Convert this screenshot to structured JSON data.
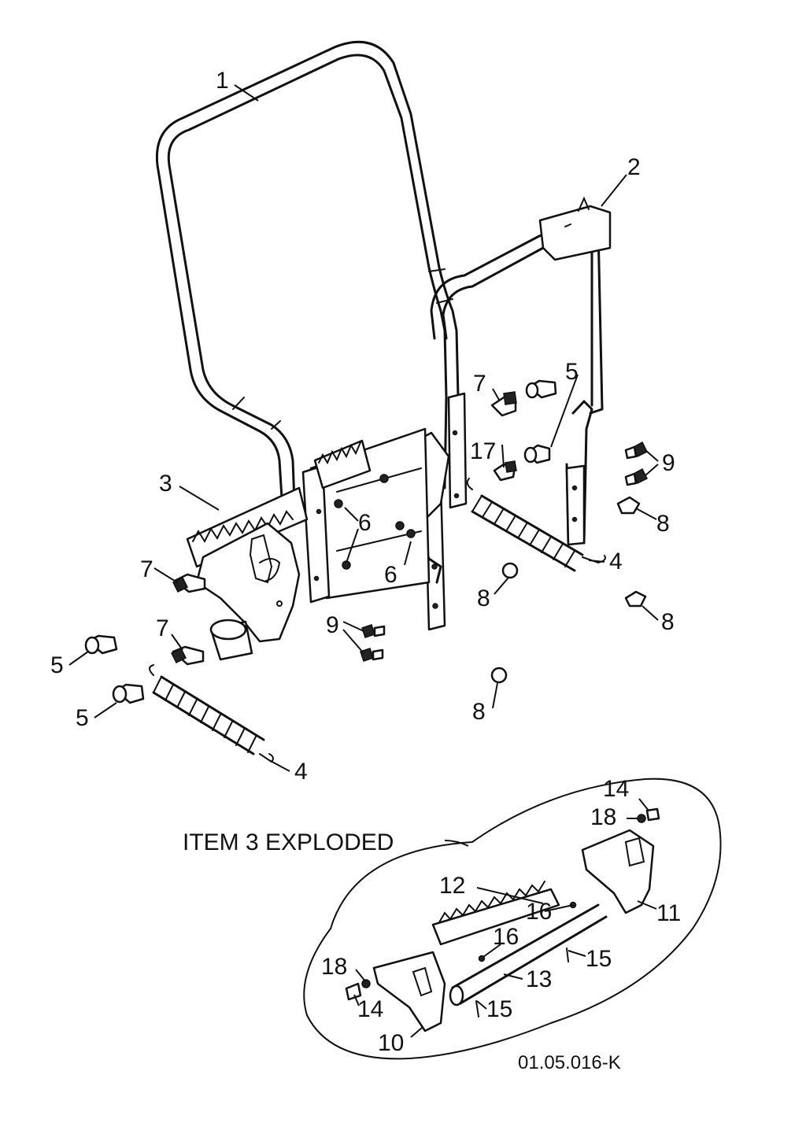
{
  "callouts": {
    "c1": "1",
    "c2": "2",
    "c3": "3",
    "c4a": "4",
    "c4b": "4",
    "c5a": "5",
    "c5b": "5",
    "c5c": "5",
    "c6a": "6",
    "c6b": "6",
    "c7a": "7",
    "c7b": "7",
    "c7c": "7",
    "c8a": "8",
    "c8b": "8",
    "c8c": "8",
    "c8d": "8",
    "c9a": "9",
    "c9b": "9",
    "c10": "10",
    "c11": "11",
    "c12": "12",
    "c13": "13",
    "c14a": "14",
    "c14b": "14",
    "c15a": "15",
    "c15b": "15",
    "c16a": "16",
    "c16b": "16",
    "c17": "17",
    "c18a": "18",
    "c18b": "18"
  },
  "exploded_label": "ITEM 3 EXPLODED",
  "drawing_code": "01.05.016-K"
}
